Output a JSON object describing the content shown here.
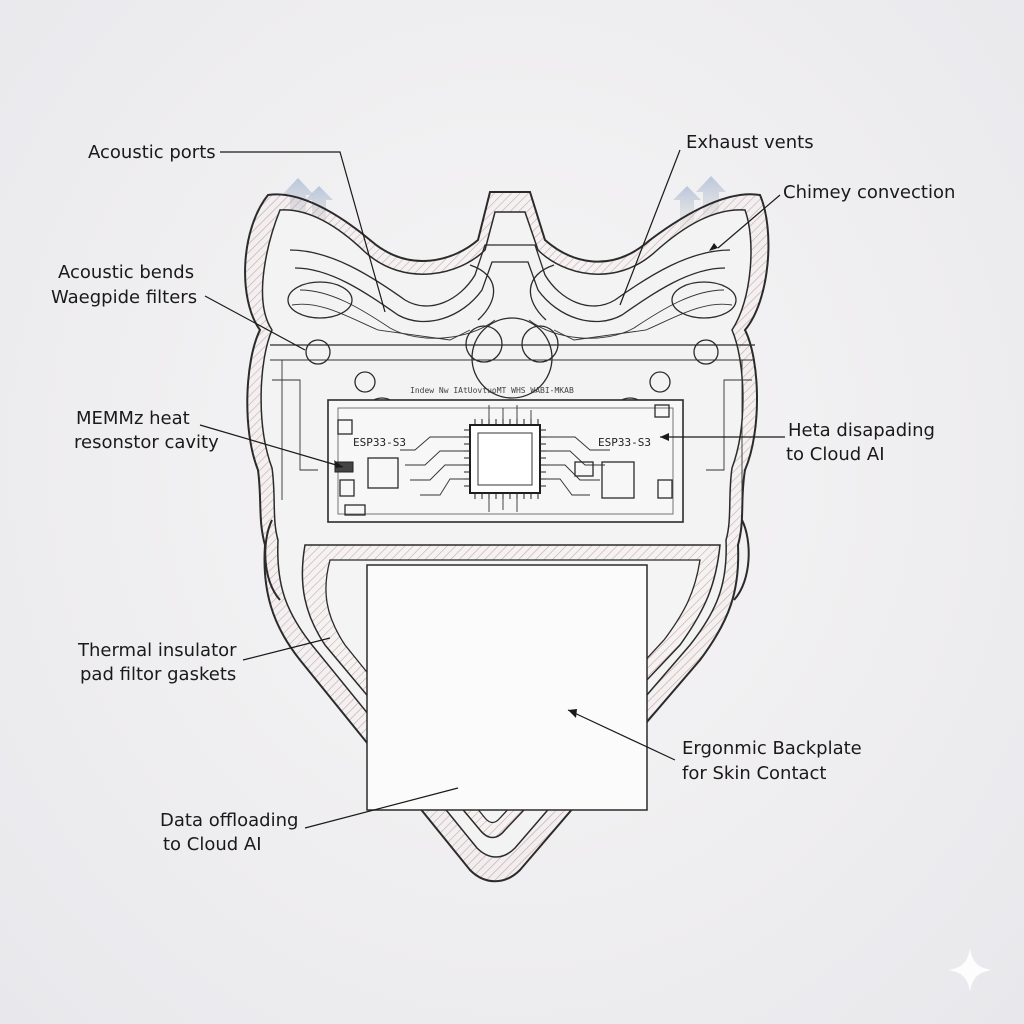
{
  "labels": {
    "acoustic_ports": "Acoustic ports",
    "exhaust_vents": "Exhaust vents",
    "chimney_convection": "Chimey convection",
    "acoustic_bends_1": "Acoustic bends",
    "acoustic_bends_2": "Waegpide filters",
    "memmz_1": "MEMMz heat",
    "memmz_2": "resonstor cavity",
    "heat_dissipation_1": "Heta disapading",
    "heat_dissipation_2": "to Cloud AI",
    "thermal_1": "Thermal insulator",
    "thermal_2": "pad filtor gaskets",
    "backplate_1": "Ergonmic Backplate",
    "backplate_2": "for Skin Contact",
    "data_offload_1": "Data offloading",
    "data_offload_2": "to Cloud AI"
  },
  "board": {
    "chip_left": "ESP33-S3",
    "chip_right": "ESP33-S3",
    "silk_text": "Indew Nw IAtUovtuoMT WHS WABI-MKAB"
  },
  "colors": {
    "line": "#2b2b2b",
    "hatch": "#d9a7a0",
    "vent_arrow": "#8fa7c9"
  },
  "icons": [
    "sparkle-icon"
  ]
}
